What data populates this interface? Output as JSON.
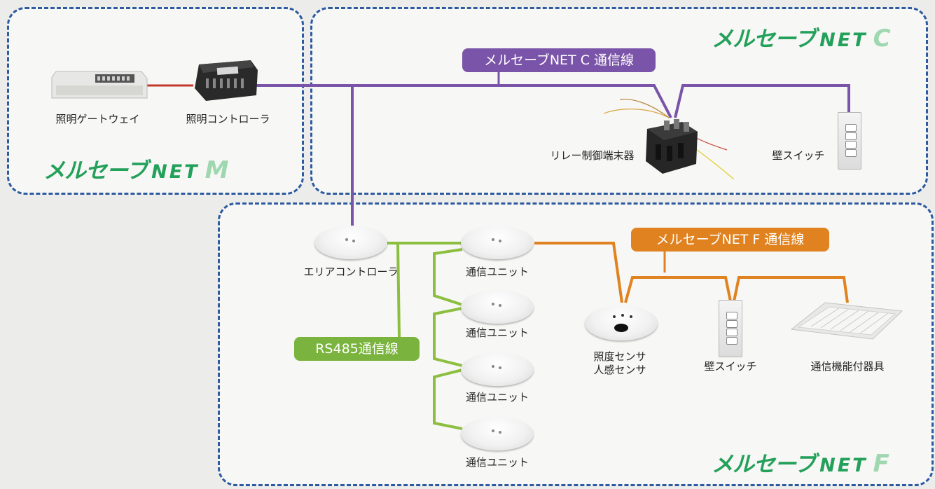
{
  "regions": {
    "m": {
      "logo_main": "メルセーブ",
      "logo_net": "NET",
      "logo_letter": "M"
    },
    "c": {
      "logo_main": "メルセーブ",
      "logo_net": "NET",
      "logo_letter": "C"
    },
    "f": {
      "logo_main": "メルセーブ",
      "logo_net": "NET",
      "logo_letter": "F"
    }
  },
  "lines": {
    "net_c": "メルセーブNET C 通信線",
    "net_f": "メルセーブNET F 通信線",
    "rs485": "RS485通信線"
  },
  "devices": {
    "gateway": "照明ゲートウェイ",
    "controller": "照明コントローラ",
    "relay": "リレー制御端末器",
    "wall_switch_c": "壁スイッチ",
    "area_controller": "エリアコントローラ",
    "comm_units": [
      "通信ユニット",
      "通信ユニット",
      "通信ユニット",
      "通信ユニット"
    ],
    "sensor_line1": "照度センサ",
    "sensor_line2": "人感センサ",
    "wall_switch_f": "壁スイッチ",
    "fixture": "通信機能付器具"
  },
  "colors": {
    "region_border": "#2d5aa0",
    "net_c_line": "#7a54a8",
    "net_f_line": "#e0821f",
    "rs485_line": "#8cbf3f",
    "gateway_link": "#c0392b",
    "logo": "#23a05a"
  }
}
